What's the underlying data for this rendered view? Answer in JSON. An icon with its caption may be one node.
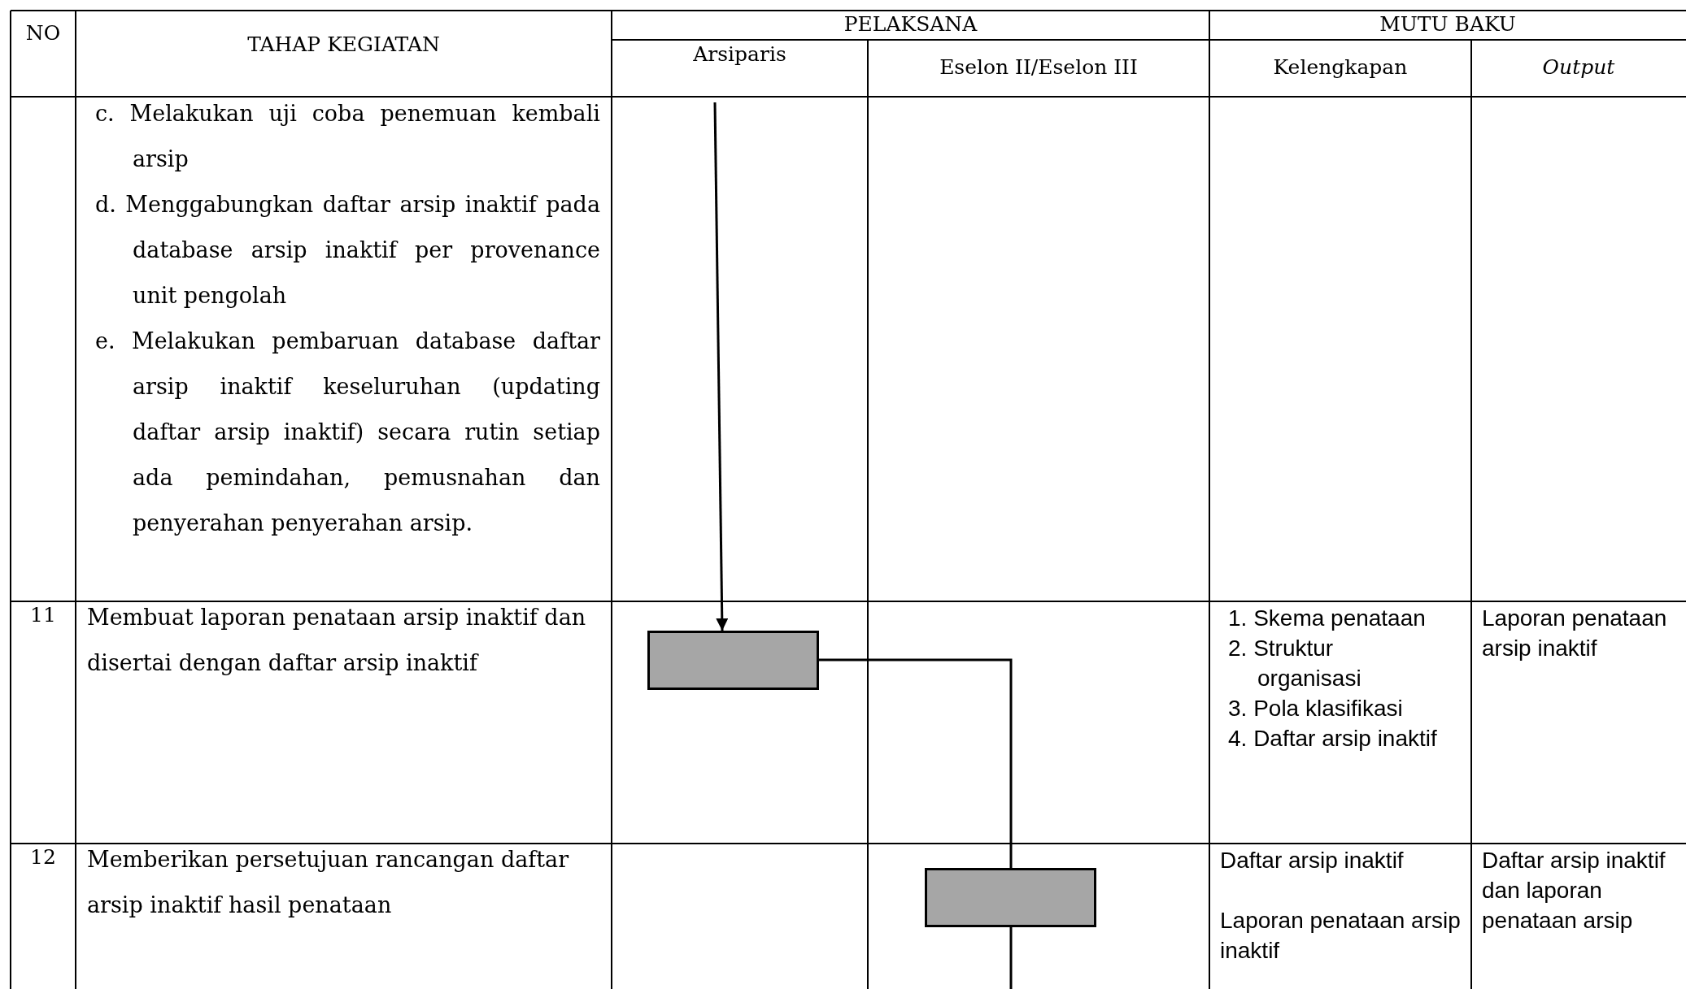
{
  "diagram": {
    "nodes": [
      {
        "text": [],
        "shape": "box"
      },
      {
        "text": [],
        "shape": "box"
      }
    ],
    "edges": [
      {
        "from": null,
        "to": 0,
        "arrow": "to"
      },
      {
        "from": 0,
        "to": 1,
        "arrow": "none"
      },
      {
        "from": 1,
        "to": null,
        "arrow": "none"
      }
    ],
    "labels": [
      "NO",
      "TAHAP KEGIATAN",
      "PELAKSANA",
      "MUTU BAKU",
      "Arsiparis",
      "Eselon II/Eselon III",
      "Kelengkapan",
      "Output",
      "c. Melakukan uji coba penemuan kembali arsip",
      "d. Menggabungkan daftar arsip inaktif pada database arsip inaktif per provenance unit pengolah",
      "e. Melakukan pembaruan database daftar arsip inaktif keseluruhan (updating daftar arsip inaktif) secara rutin setiap ada pemindahan, pemusnahan dan penyerahan penyerahan arsip.",
      "11",
      "Membuat laporan penataan arsip inaktif dan disertai dengan daftar arsip inaktif",
      "1. Skema penataan",
      "2. Struktur organisasi",
      "3. Pola klasifikasi",
      "4. Daftar arsip inaktif",
      "Laporan penataan arsip inaktif",
      "12",
      "Memberikan persetujuan rancangan daftar arsip inaktif hasil penataan",
      "Daftar arsip inaktif",
      "Laporan penataan arsip inaktif",
      "Daftar arsip inaktif dan laporan penataan arsip"
    ]
  }
}
